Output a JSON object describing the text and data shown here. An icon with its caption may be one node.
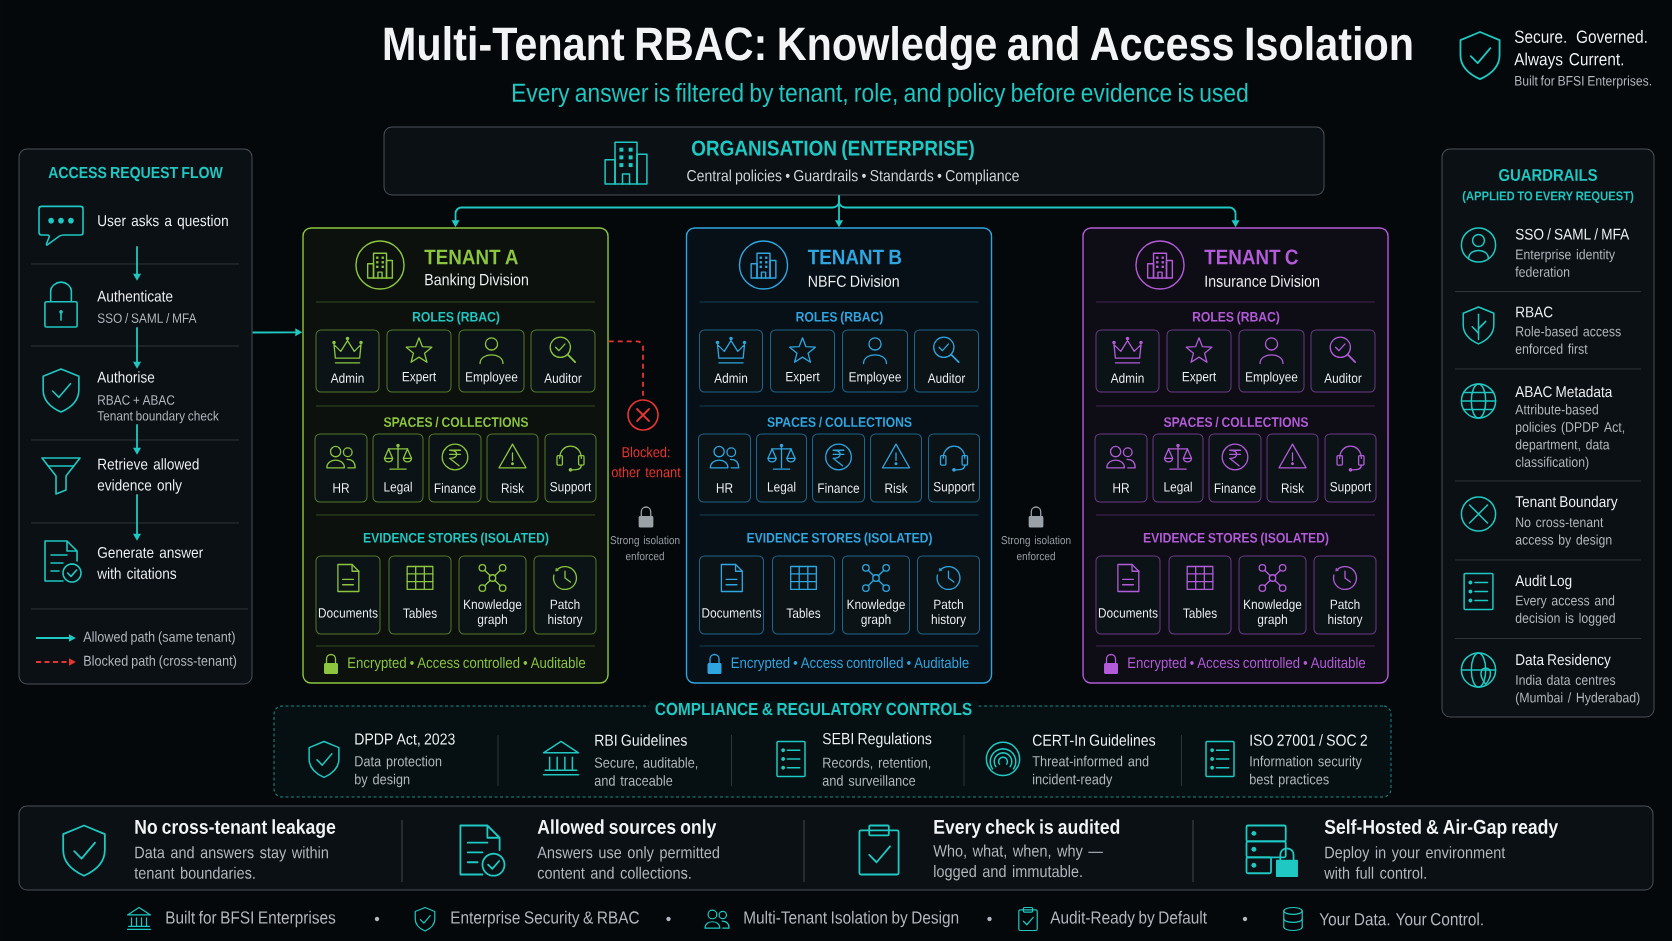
{
  "diagram": {
    "title": "Multi-Tenant RBAC: Knowledge and Access Isolation",
    "nodes": [
      {
        "text": [
          "ACCESS REQUEST FLOW"
        ]
      },
      {
        "text": [
          "User asks a question"
        ],
        "in": 0
      },
      {
        "text": [
          "Authenticate",
          "SSO / SAML / MFA"
        ],
        "in": 0
      },
      {
        "text": [
          "Authorise",
          "RBAC + ABAC",
          "Tenant boundary check"
        ],
        "in": 0
      },
      {
        "text": [
          "Retrieve allowed evidence only"
        ],
        "in": 0
      },
      {
        "text": [
          "Generate answer with citations"
        ],
        "in": 0
      },
      {
        "text": [
          "ORGANISATION (ENTERPRISE)",
          "Central policies • Guardrails • Standards • Compliance"
        ]
      },
      {
        "text": [
          "TENANT A",
          "Banking Division",
          "ROLES (RBAC)",
          "SPACES / COLLECTIONS",
          "EVIDENCE STORES (ISOLATED)",
          "Encrypted • Access controlled • Auditable"
        ]
      },
      {
        "text": [
          "Admin"
        ],
        "in": 7
      },
      {
        "text": [
          "Expert"
        ],
        "in": 7
      },
      {
        "text": [
          "Employee"
        ],
        "in": 7
      },
      {
        "text": [
          "Auditor"
        ],
        "in": 7
      },
      {
        "text": [
          "HR"
        ],
        "in": 7
      },
      {
        "text": [
          "Legal"
        ],
        "in": 7
      },
      {
        "text": [
          "Finance"
        ],
        "in": 7
      },
      {
        "text": [
          "Risk"
        ],
        "in": 7
      },
      {
        "text": [
          "Support"
        ],
        "in": 7
      },
      {
        "text": [
          "Documents"
        ],
        "in": 7
      },
      {
        "text": [
          "Tables"
        ],
        "in": 7
      },
      {
        "text": [
          "Knowledge graph"
        ],
        "in": 7
      },
      {
        "text": [
          "Patch history"
        ],
        "in": 7
      },
      {
        "text": [],
        "shape": "circle",
        "beside": [
          "Blocked: other tenant"
        ]
      },
      {
        "text": [
          "TENANT B",
          "NBFC Division",
          "ROLES (RBAC)",
          "SPACES / COLLECTIONS",
          "EVIDENCE STORES (ISOLATED)",
          "Encrypted • Access controlled • Auditable"
        ]
      },
      {
        "text": [
          "Admin"
        ],
        "in": 22
      },
      {
        "text": [
          "Expert"
        ],
        "in": 22
      },
      {
        "text": [
          "Employee"
        ],
        "in": 22
      },
      {
        "text": [
          "Auditor"
        ],
        "in": 22
      },
      {
        "text": [
          "HR"
        ],
        "in": 22
      },
      {
        "text": [
          "Legal"
        ],
        "in": 22
      },
      {
        "text": [
          "Finance"
        ],
        "in": 22
      },
      {
        "text": [
          "Risk"
        ],
        "in": 22
      },
      {
        "text": [
          "Support"
        ],
        "in": 22
      },
      {
        "text": [
          "Documents"
        ],
        "in": 22
      },
      {
        "text": [
          "Tables"
        ],
        "in": 22
      },
      {
        "text": [
          "Knowledge graph"
        ],
        "in": 22
      },
      {
        "text": [
          "Patch history"
        ],
        "in": 22
      },
      {
        "text": [
          "TENANT C",
          "Insurance Division",
          "ROLES (RBAC)",
          "SPACES / COLLECTIONS",
          "EVIDENCE STORES (ISOLATED)",
          "Encrypted • Access controlled • Auditable"
        ]
      },
      {
        "text": [
          "Admin"
        ],
        "in": 36
      },
      {
        "text": [
          "Expert"
        ],
        "in": 36
      },
      {
        "text": [
          "Employee"
        ],
        "in": 36
      },
      {
        "text": [
          "Auditor"
        ],
        "in": 36
      },
      {
        "text": [
          "HR"
        ],
        "in": 36
      },
      {
        "text": [
          "Legal"
        ],
        "in": 36
      },
      {
        "text": [
          "Finance"
        ],
        "in": 36
      },
      {
        "text": [
          "Risk"
        ],
        "in": 36
      },
      {
        "text": [
          "Support"
        ],
        "in": 36
      },
      {
        "text": [
          "Documents"
        ],
        "in": 36
      },
      {
        "text": [
          "Tables"
        ],
        "in": 36
      },
      {
        "text": [
          "Knowledge graph"
        ],
        "in": 36
      },
      {
        "text": [
          "Patch history"
        ],
        "in": 36
      },
      {
        "text": [
          "GUARDRAILS",
          "(APPLIED TO EVERY REQUEST)",
          "SSO / SAML / MFA",
          "Enterprise identity federation",
          "RBAC",
          "Role-based access enforced first",
          "ABAC Metadata",
          "Attribute-based policies (DPDP Act, department, data classification)",
          "Tenant Boundary",
          "No cross-tenant access by design",
          "Audit Log",
          "Every access and decision is logged",
          "Data Residency",
          "India data centres (Mumbai / Hyderabad)"
        ]
      },
      {
        "text": [
          "COMPLIANCE & REGULATORY CONTROLS",
          "DPDP Act, 2023",
          "Data protection by design",
          "RBI Guidelines",
          "Secure, auditable, and traceable",
          "SEBI Regulations",
          "Records, retention, and surveillance",
          "CERT-In Guidelines",
          "Threat-informed and incident-ready",
          "ISO 27001 / SOC 2",
          "Information security best practices"
        ]
      },
      {
        "text": [
          "No cross-tenant leakage",
          "Data and answers stay within tenant boundaries.",
          "Allowed sources only",
          "Answers use only permitted content and collections.",
          "Every check is audited",
          "Who, what, when, why — logged and immutable.",
          "Self-Hosted & Air-Gap ready",
          "Deploy in your environment with full control."
        ]
      }
    ],
    "edges": [
      {
        "from": 1,
        "to": 2,
        "arrow": "to"
      },
      {
        "from": 2,
        "to": 3,
        "arrow": "to"
      },
      {
        "from": 3,
        "to": 4,
        "arrow": "to"
      },
      {
        "from": 4,
        "to": 5,
        "arrow": "to"
      },
      {
        "from": 0,
        "to": 7,
        "arrow": "to"
      },
      {
        "from": 6,
        "to": 7,
        "arrow": "to"
      },
      {
        "from": 6,
        "to": 22,
        "arrow": "to"
      },
      {
        "from": 6,
        "to": 36,
        "arrow": "to"
      },
      {
        "from": 7,
        "to": 21,
        "arrow": "none",
        "style": "dashed",
        "color": "#e8352f"
      }
    ],
    "labels": [
      "Every answer is filtered by tenant, role, and policy before evidence is used",
      "Secure. Governed. Always Current.",
      "Built for BFSI Enterprises.",
      "Strong isolation enforced",
      "Strong isolation enforced",
      "Built for BFSI Enterprises",
      "Enterprise Security & RBAC",
      "Multi-Tenant Isolation by Design",
      "Audit-Ready by Default",
      "Your Data. Your Control."
    ],
    "legend": [
      {
        "text": "Allowed path (same tenant)"
      },
      {
        "text": "Blocked path (cross-tenant)"
      }
    ]
  }
}
